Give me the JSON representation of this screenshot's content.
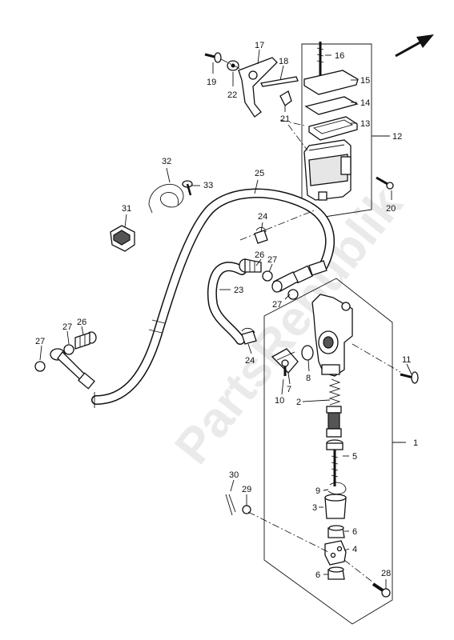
{
  "watermark": "PartsRepublik",
  "labels": {
    "l1": "1",
    "l2": "2",
    "l3": "3",
    "l4": "4",
    "l5": "5",
    "l6a": "6",
    "l6b": "6",
    "l7": "7",
    "l8": "8",
    "l9": "9",
    "l10": "10",
    "l11": "11",
    "l12": "12",
    "l13": "13",
    "l14": "14",
    "l15": "15",
    "l16": "16",
    "l17": "17",
    "l18": "18",
    "l19": "19",
    "l20": "20",
    "l21": "21",
    "l22": "22",
    "l23": "23",
    "l24a": "24",
    "l24b": "24",
    "l25": "25",
    "l26a": "26",
    "l26b": "26",
    "l27a": "27",
    "l27b": "27",
    "l27c": "27",
    "l27d": "27",
    "l28": "28",
    "l29": "29",
    "l30": "30",
    "l31": "31",
    "l32": "32",
    "l33": "33"
  },
  "icons": {
    "direction": "front-arrow-icon"
  }
}
